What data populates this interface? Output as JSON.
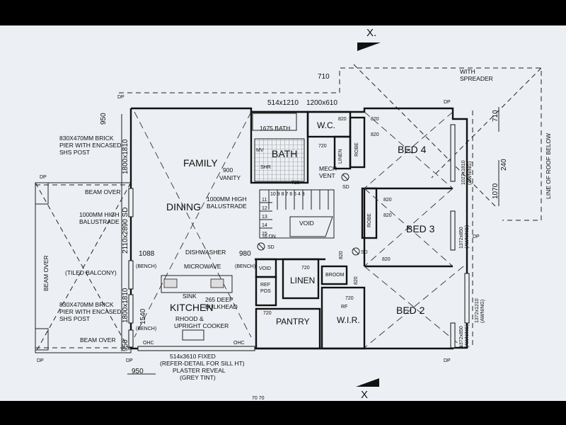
{
  "section_marks": {
    "top": "X.",
    "bottom": "X"
  },
  "rooms": {
    "family": "FAMILY",
    "dining": "DINING",
    "kitchen": "KITCHEN",
    "bath": "BATH",
    "wc": "W.C.",
    "bed4": "BED 4",
    "bed3": "BED 3",
    "bed2": "BED 2",
    "pantry": "PANTRY",
    "wir": "W.I.R.",
    "linen_hall": "LINEN",
    "void": "VOID",
    "tiled_balcony": "(TILED BALCONY)"
  },
  "labels": {
    "bath_1675": "1675 BATH",
    "vanity": [
      "900",
      "VANITY"
    ],
    "mech_vent": [
      "MECH",
      "VENT"
    ],
    "balustrade_hi": [
      "1000MM HIGH",
      "BALUSTRADE"
    ],
    "balustrade_left": [
      "1000MM HIGH",
      "BALUSTRADE"
    ],
    "beam_over": "BEAM OVER",
    "beam_over_vertical": "BEAM OVER",
    "brick_pier_1": [
      "830X470MM BRICK",
      "PIER WITH ENCASED",
      "SHS POST"
    ],
    "brick_pier_2": [
      "830X470MM BRICK",
      "PIER WITH ENCASED",
      "SHS POST"
    ],
    "with_spreader": [
      "WITH",
      "SPREADER"
    ],
    "line_of_roof": "LINE OF ROOF BELOW",
    "dishwasher": "DISHWASHER",
    "microwave": "MICROWAVE",
    "sink": "SINK",
    "deep_bulkhead": [
      "265 DEEP",
      "BULKHEAD"
    ],
    "rhood": [
      "RHOOD &",
      "UPRIGHT COOKER"
    ],
    "fixed_window": [
      "514x3610 FIXED",
      "(REFER-DETAIL FOR SILL HT)",
      "PLASTER REVEAL",
      "(GREY TINT)"
    ],
    "bench_1": "(BENCH)",
    "bench_2": "(BENCH)",
    "bench_3": "(BENCH)",
    "void_small": "VOID",
    "ref_pos": [
      "REF",
      "POS"
    ],
    "broom": "BROOM",
    "rf": "RF",
    "linen_bath": "LINEN",
    "robe_1": "ROBE",
    "robe_2": "ROBE",
    "stair_numbers": "10 9 8 7 6 5 4 3",
    "stair_up": [
      "11",
      "12",
      "13",
      "14",
      "15",
      "16 DN"
    ],
    "ohc_1": "OHC",
    "ohc_2": "OHC",
    "sd_1": "SD",
    "sd_2": "SD",
    "sd_3": "SD",
    "dp_1": "DP",
    "dp_2": "DP",
    "dp_3": "DP",
    "dp_4": "DP",
    "dp_5": "DP",
    "dp_6": "DP",
    "dp_7": "DP",
    "mv": "MV",
    "shr": "SHR",
    "awning_1": [
      "1027x1810",
      "(AWNING)"
    ],
    "awning_2": [
      "1372x850",
      "(AWNING)"
    ],
    "awning_3": [
      "1372x1210",
      "(AWNING)"
    ],
    "awning_4": [
      "1372x850",
      "(AWNING)"
    ],
    "page_mark": "70   70"
  },
  "dimensions": {
    "d710_top": "710",
    "d514x1210": "514x1210",
    "d1200x610": "1200x610",
    "d950_top": "950",
    "d1800x1810_a": "1800x1810",
    "d2110x2890": "2110x2890 SD",
    "d1800x1810_b": "1800x1810",
    "d1540": "1540",
    "d950_left": "950",
    "d950_bottom": "950",
    "d1088": "1088",
    "d980": "980",
    "d710_right": "710",
    "d240": "240",
    "d1070": "1070",
    "d820_wc": "820",
    "d820_bed4a": "820",
    "d820_bed4b": "820",
    "d820_bed3a": "820",
    "d820_bed3b": "820",
    "d720_bath": "720",
    "d720_hall": "720",
    "d720_linen": "720",
    "d720_pantry": "720",
    "d720_wir": "720",
    "d820_hall": "820",
    "d820_hall2": "820",
    "d820_bed2": "820"
  },
  "chart_data": null
}
